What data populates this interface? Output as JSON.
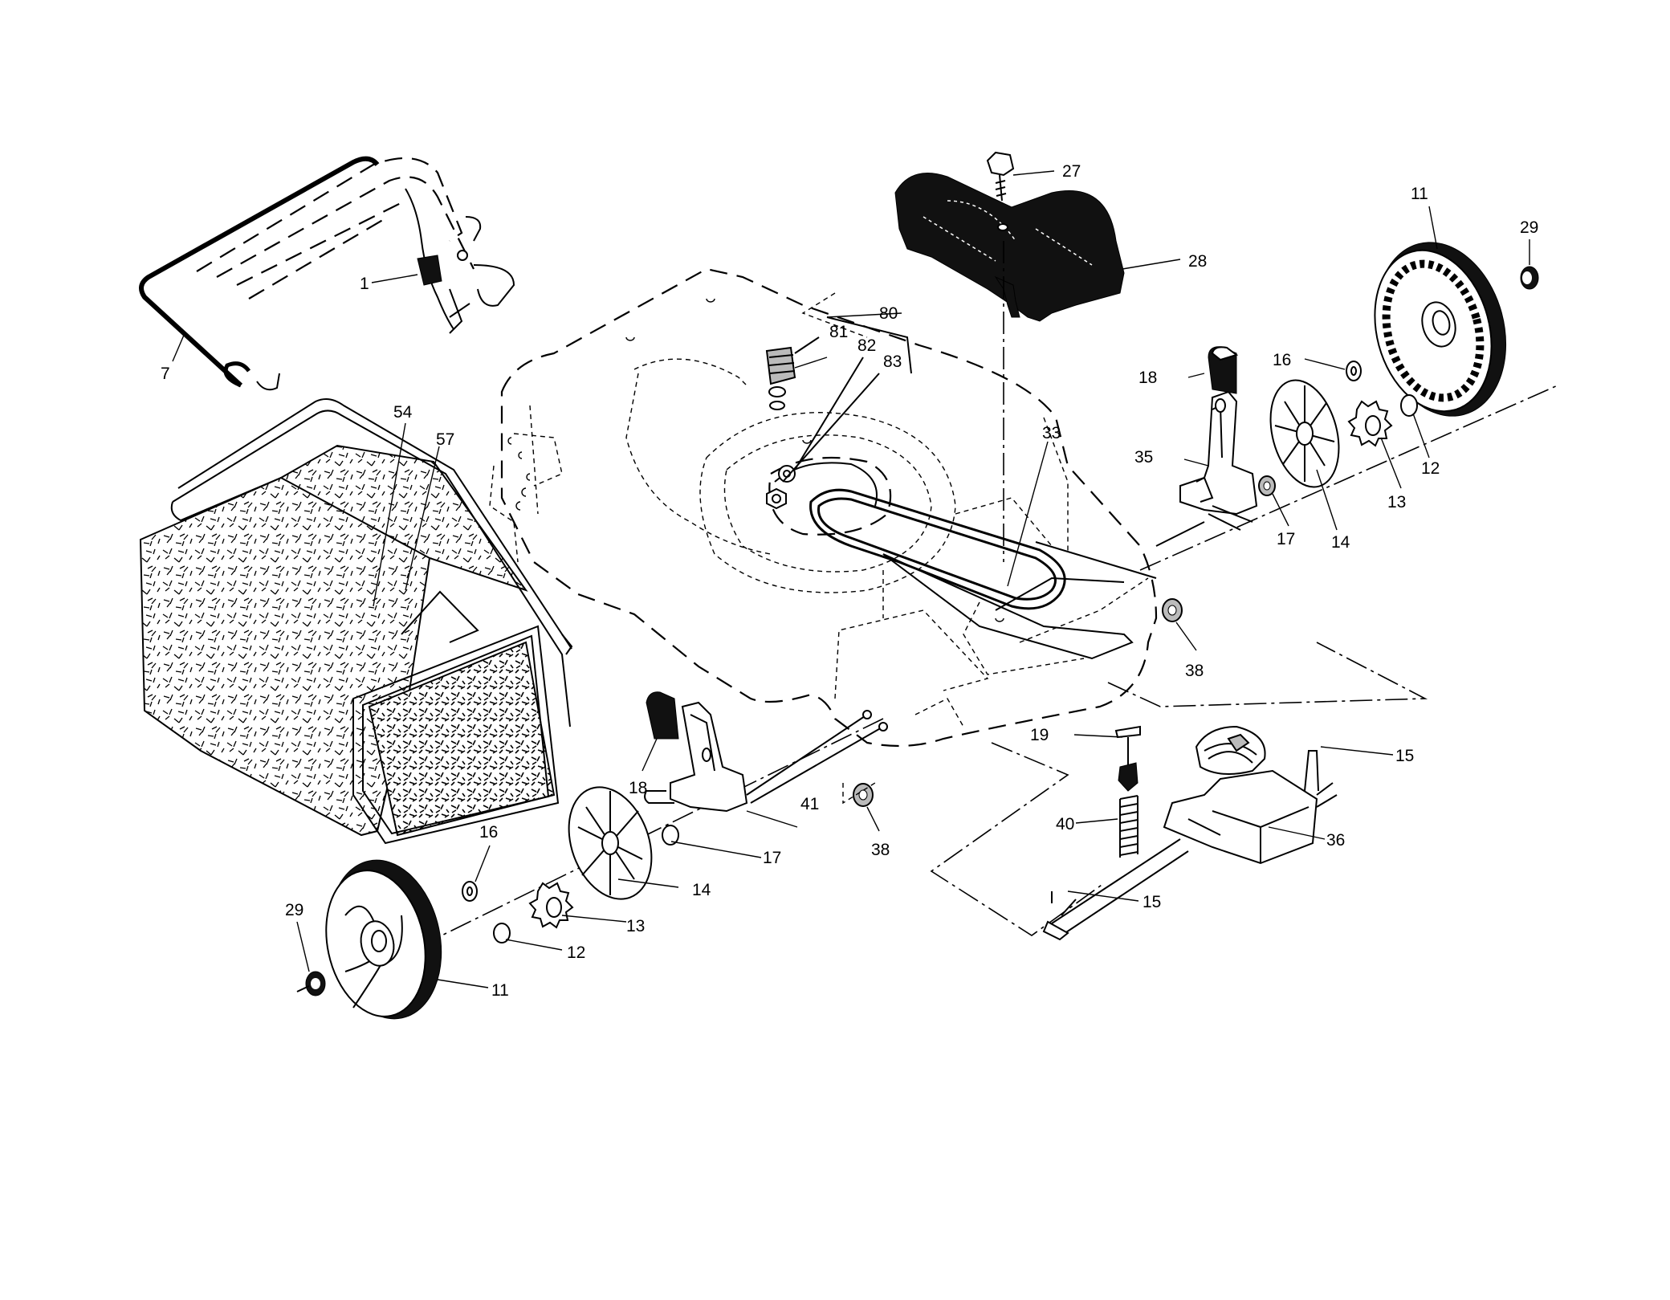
{
  "part_labels": [
    {
      "key": "p1",
      "text": "1"
    },
    {
      "key": "p7",
      "text": "7"
    },
    {
      "key": "p54",
      "text": "54"
    },
    {
      "key": "p57",
      "text": "57"
    },
    {
      "key": "p81",
      "text": "81"
    },
    {
      "key": "p80",
      "text": "80"
    },
    {
      "key": "p82",
      "text": "82"
    },
    {
      "key": "p83",
      "text": "83"
    },
    {
      "key": "p27",
      "text": "27"
    },
    {
      "key": "p28",
      "text": "28"
    },
    {
      "key": "p33",
      "text": "33"
    },
    {
      "key": "p11a",
      "text": "11"
    },
    {
      "key": "p29a",
      "text": "29"
    },
    {
      "key": "p16a",
      "text": "16"
    },
    {
      "key": "p18a",
      "text": "18"
    },
    {
      "key": "p35",
      "text": "35"
    },
    {
      "key": "p12a",
      "text": "12"
    },
    {
      "key": "p13a",
      "text": "13"
    },
    {
      "key": "p17a",
      "text": "17"
    },
    {
      "key": "p14a",
      "text": "14"
    },
    {
      "key": "p38a",
      "text": "38"
    },
    {
      "key": "p15a",
      "text": "15"
    },
    {
      "key": "p19",
      "text": "19"
    },
    {
      "key": "p40",
      "text": "40"
    },
    {
      "key": "p36",
      "text": "36"
    },
    {
      "key": "p15b",
      "text": "15"
    },
    {
      "key": "p18b",
      "text": "18"
    },
    {
      "key": "p41",
      "text": "41"
    },
    {
      "key": "p38b",
      "text": "38"
    },
    {
      "key": "p17b",
      "text": "17"
    },
    {
      "key": "p16b",
      "text": "16"
    },
    {
      "key": "p14b",
      "text": "14"
    },
    {
      "key": "p13b",
      "text": "13"
    },
    {
      "key": "p12b",
      "text": "12"
    },
    {
      "key": "p29b",
      "text": "29"
    },
    {
      "key": "p11b",
      "text": "11"
    }
  ]
}
